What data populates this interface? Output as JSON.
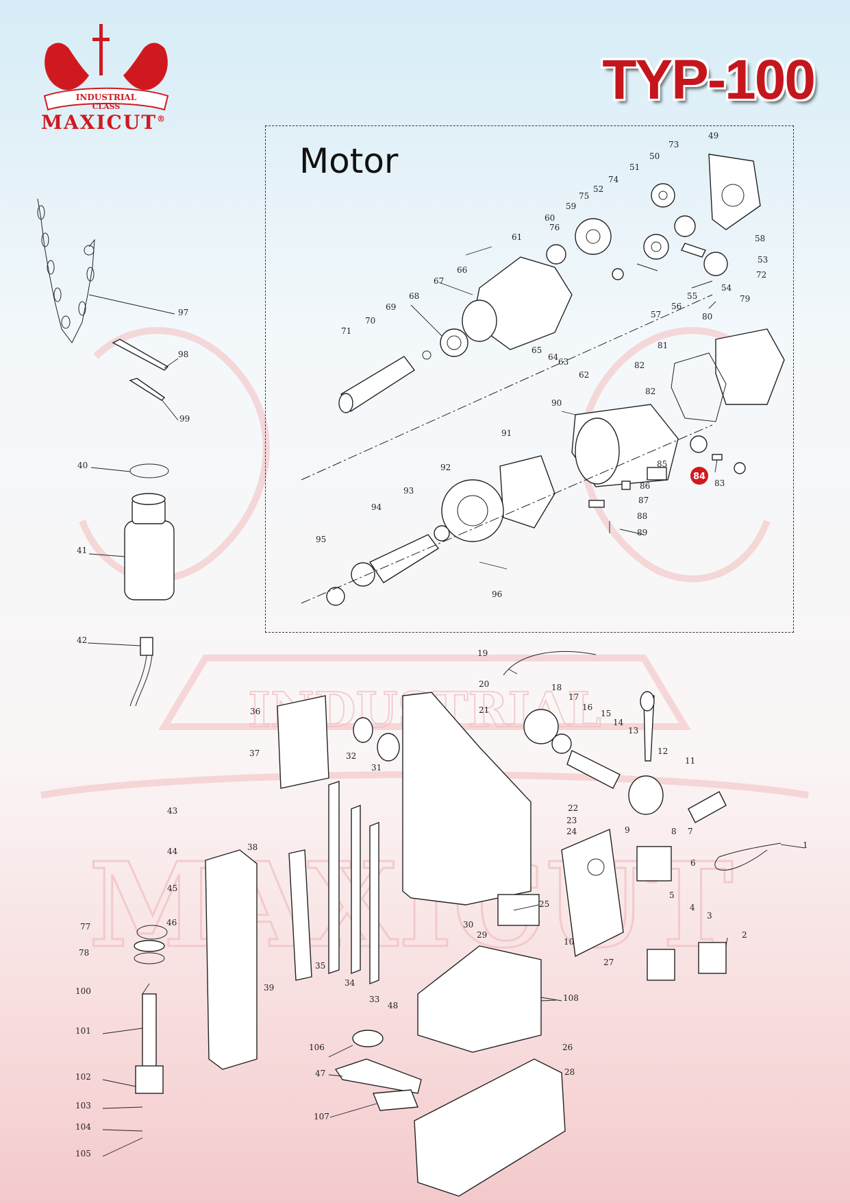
{
  "header": {
    "brand": "MAXICUT",
    "brand_ribbon_line1": "INDUSTRIAL",
    "brand_ribbon_line2": "CLASS",
    "brand_mark": "®",
    "model_title": "TYP-100"
  },
  "section": {
    "title": "Motor"
  },
  "highlight": {
    "label": "84",
    "color": "#d0191f"
  },
  "colors": {
    "brand_red": "#c4161c",
    "line": "#222222"
  },
  "labels": [
    "1",
    "2",
    "3",
    "4",
    "5",
    "6",
    "7",
    "8",
    "9",
    "10",
    "11",
    "12",
    "13",
    "14",
    "15",
    "16",
    "17",
    "18",
    "19",
    "20",
    "21",
    "22",
    "23",
    "24",
    "25",
    "26",
    "27",
    "28",
    "29",
    "30",
    "31",
    "32",
    "33",
    "34",
    "35",
    "36",
    "37",
    "38",
    "39",
    "40",
    "41",
    "42",
    "43",
    "44",
    "45",
    "46",
    "47",
    "48",
    "49",
    "50",
    "51",
    "52",
    "53",
    "54",
    "55",
    "56",
    "57",
    "58",
    "59",
    "60",
    "61",
    "62",
    "63",
    "64",
    "65",
    "66",
    "67",
    "68",
    "69",
    "70",
    "71",
    "72",
    "73",
    "74",
    "75",
    "76",
    "77",
    "78",
    "79",
    "80",
    "81",
    "82",
    "82",
    "83",
    "85",
    "86",
    "87",
    "88",
    "89",
    "90",
    "91",
    "92",
    "93",
    "94",
    "95",
    "96",
    "97",
    "98",
    "99",
    "100",
    "101",
    "102",
    "103",
    "104",
    "105",
    "106",
    "107",
    "108"
  ]
}
